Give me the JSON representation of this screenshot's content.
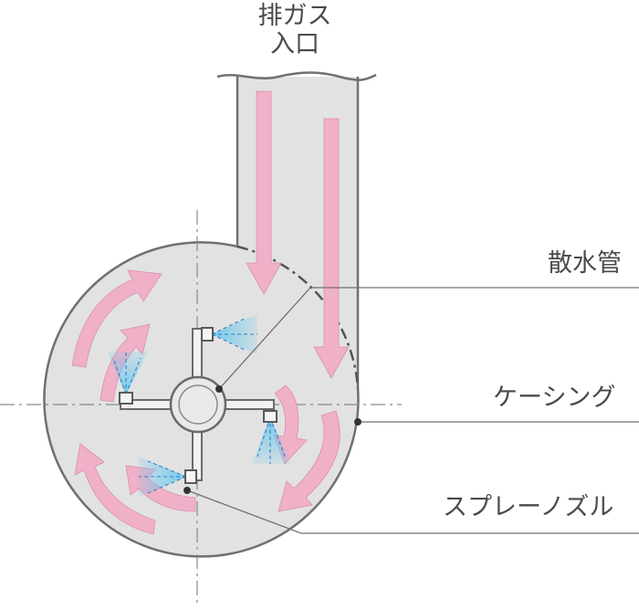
{
  "labels": {
    "inlet_line1": "排ガス",
    "inlet_line2": "入口",
    "pipe": "散水管",
    "casing": "ケーシング",
    "nozzle": "スプレーノズル"
  },
  "colors": {
    "body_fill": "#e2e2e2",
    "outline": "#707070",
    "flow_arrow": "#f0b0c8",
    "spray": "#66c8ec",
    "leader_line": "#707070"
  }
}
